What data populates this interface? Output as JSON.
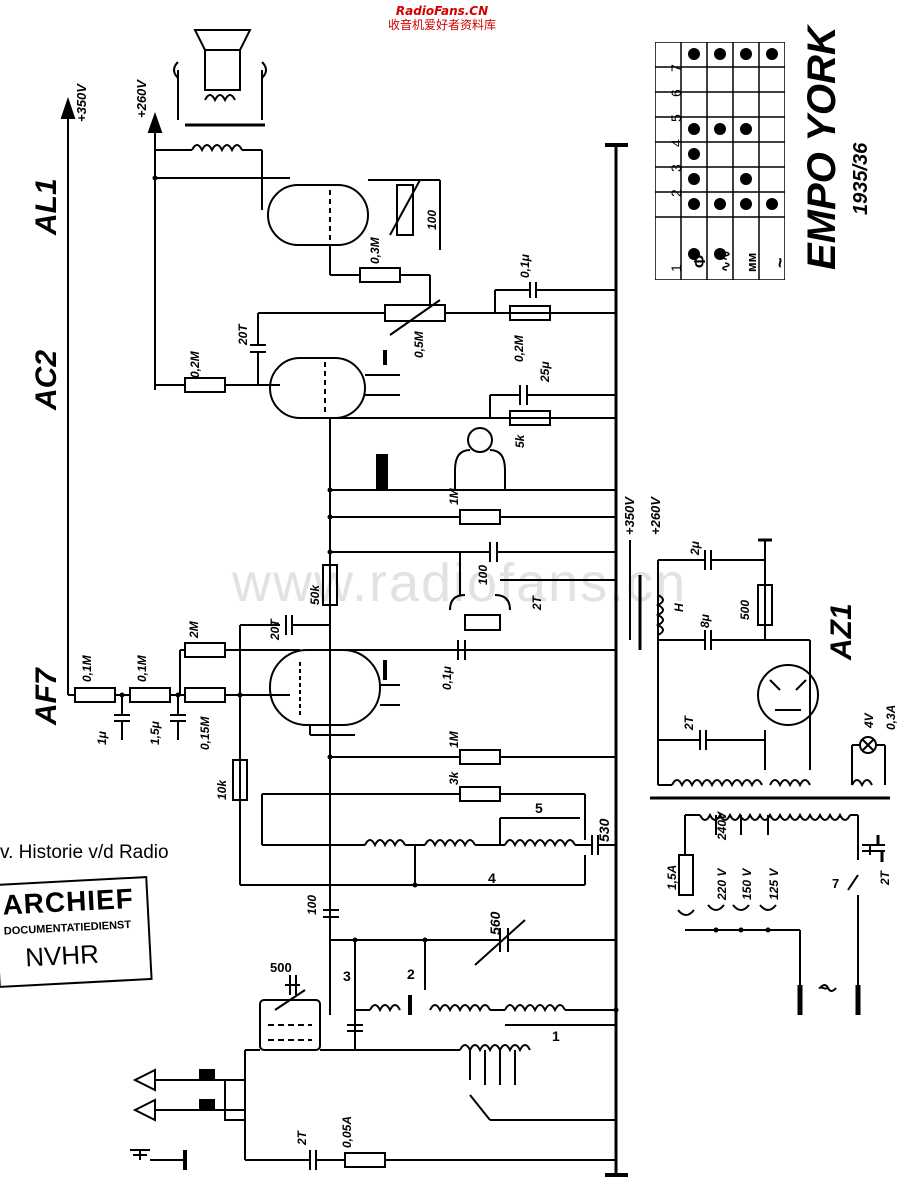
{
  "header": {
    "site_en": "RadioFans.CN",
    "site_cn": "收音机爱好者资料库"
  },
  "watermark": "www.radiofans.cn",
  "title": {
    "model": "EMPO YORK",
    "year": "1935/36"
  },
  "tubes": {
    "al1": "AL1",
    "ac2": "AC2",
    "af7": "AF7",
    "az1": "AZ1"
  },
  "archive": {
    "note": "v. Historie v/d Radio",
    "line1": "ARCHIEF",
    "line2": "DOCUMENTATIEDIENST",
    "line3": "NVHR"
  },
  "rails": {
    "v350": "+350V",
    "v260": "+260V",
    "v350b": "+350V",
    "v260b": "+260V"
  },
  "components": {
    "r_100": "100",
    "r_03m": "0,3M",
    "c_01u_top": "0,1μ",
    "r_05m": "0,5M",
    "r_02m_right": "0,2M",
    "c_20t_top": "20T",
    "r_02m_left": "0,2M",
    "c_25u": "25μ",
    "r_5k": "5k",
    "r_1m_top": "1M",
    "c_100": "100",
    "c_2t_mid": "2T",
    "r_50k": "50k",
    "c_20t_mid": "20T",
    "r_2m": "2M",
    "r_01m_a": "0,1M",
    "r_01m_b": "0,1M",
    "c_1u": "1μ",
    "c_15u": "1,5μ",
    "r_015m": "0,15M",
    "c_01u_mid": "0,1μ",
    "r_1m_mid": "1M",
    "r_3k": "3k",
    "r_10k": "10k",
    "c_530": "530",
    "coil5": "5",
    "coil4": "4",
    "c_100b": "100",
    "c_560": "560",
    "coil3": "3",
    "coil2": "2",
    "coil1": "1",
    "c_500": "500",
    "c_2t_ant": "2T",
    "fuse": "0,05A",
    "c_2u": "2μ",
    "r_500": "500",
    "c_8u": "8μ",
    "choke": "H",
    "c_2t_psu": "2T",
    "lamp_v": "4V",
    "lamp_a": "0,3A",
    "tap_240": "240V",
    "tap_220": "220 V",
    "tap_150": "150 V",
    "tap_125": "125 V",
    "mains_fuse": "1,5A",
    "c_2t_sw": "2T",
    "sw": "7",
    "mains": "~"
  },
  "switch_table": {
    "columns": [
      "1",
      "2",
      "3",
      "4",
      "5",
      "6",
      "7"
    ],
    "rows": [
      {
        "symbol": "Φ",
        "dots": [
          true,
          true,
          true,
          true,
          true,
          false,
          true
        ]
      },
      {
        "symbol": "∿∿",
        "dots": [
          true,
          true,
          false,
          false,
          true,
          false,
          true
        ]
      },
      {
        "symbol": "ᴍᴍ",
        "dots": [
          false,
          true,
          true,
          false,
          true,
          false,
          true
        ]
      },
      {
        "symbol": "~",
        "dots": [
          false,
          true,
          false,
          false,
          false,
          false,
          true
        ]
      }
    ]
  }
}
